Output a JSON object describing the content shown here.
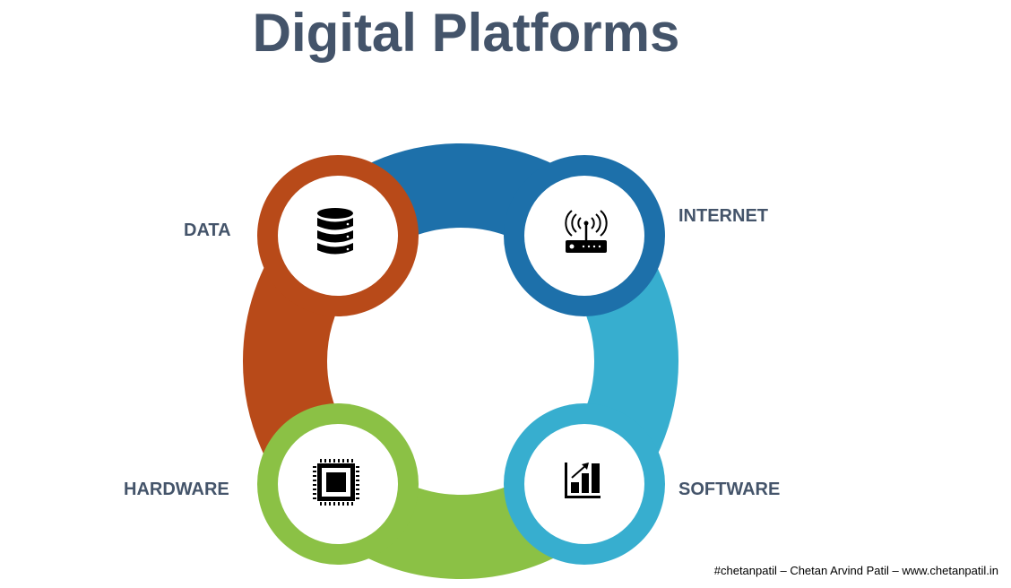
{
  "title": "Digital Platforms",
  "nodes": [
    {
      "label": "DATA",
      "icon": "database-icon",
      "color": "#B84A19"
    },
    {
      "label": "INTERNET",
      "icon": "router-icon",
      "color": "#1D70AA"
    },
    {
      "label": "SOFTWARE",
      "icon": "bar-chart-icon",
      "color": "#37AECF"
    },
    {
      "label": "HARDWARE",
      "icon": "chip-icon",
      "color": "#8BC145"
    }
  ],
  "footer": "#chetanpatil – Chetan Arvind Patil – www.chetanpatil.in"
}
